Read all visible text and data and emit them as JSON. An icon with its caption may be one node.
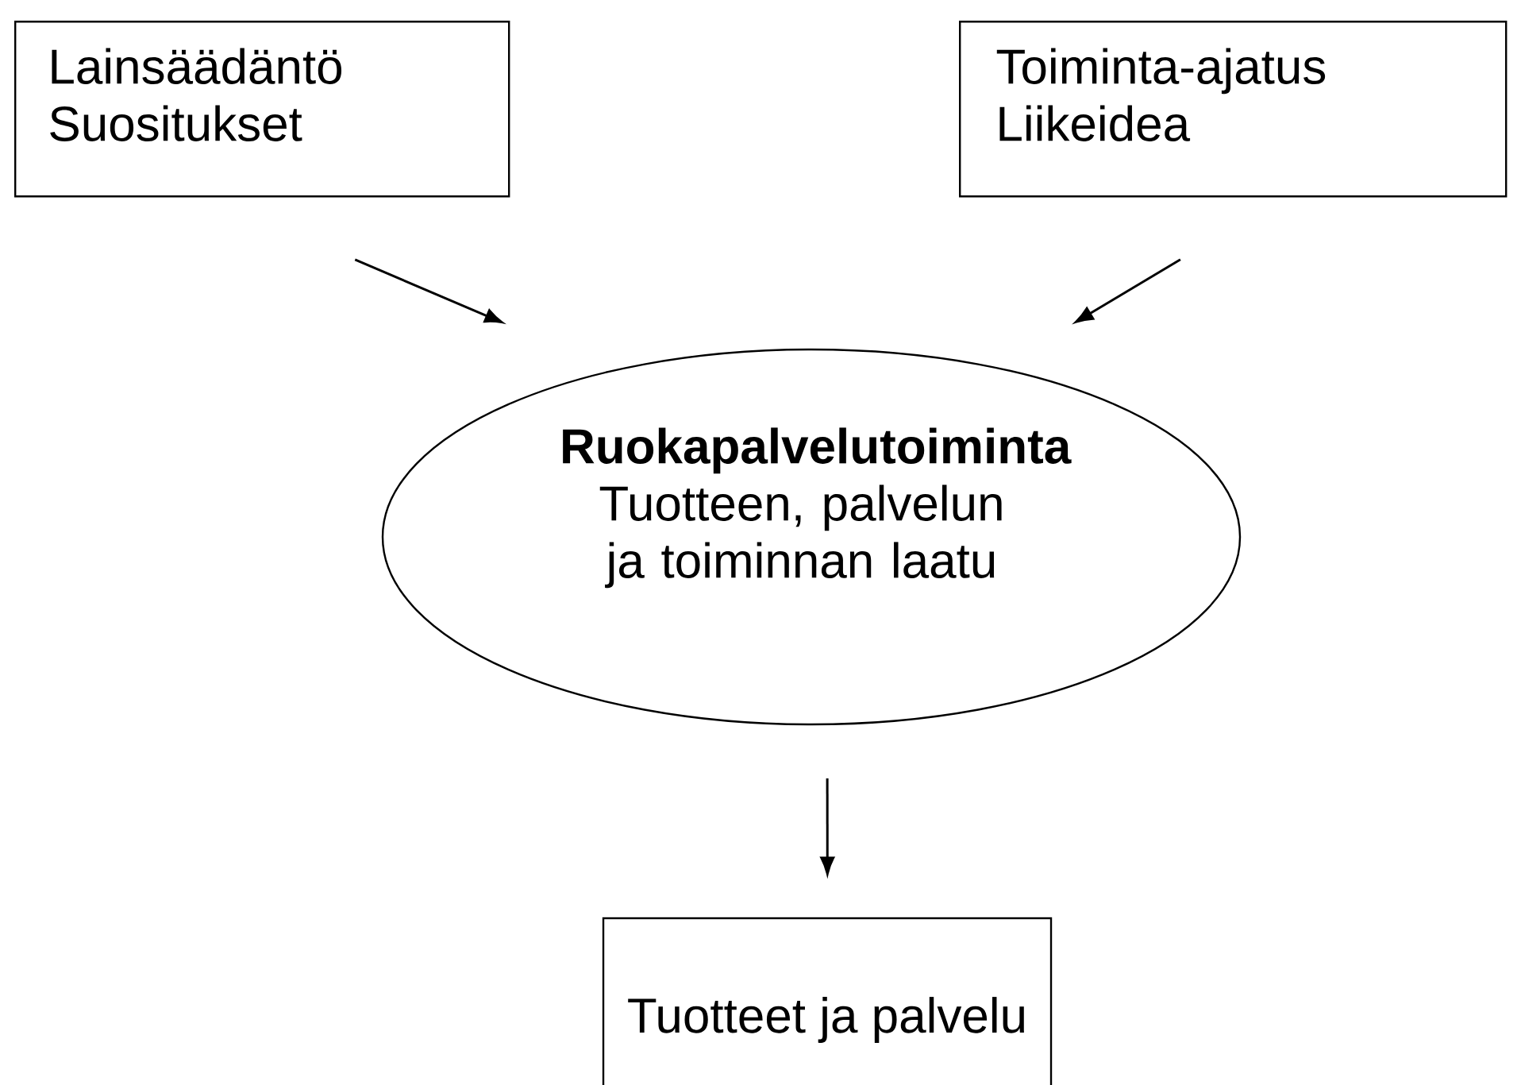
{
  "diagram": {
    "nodes": [
      {
        "text": [
          "Lainsäädäntö",
          "Suositukset"
        ]
      },
      {
        "text": [
          "Toiminta-ajatus",
          "Liikeidea"
        ]
      },
      {
        "text": [
          "Ruokapalvelutoiminta",
          "Tuotteen, palvelun ja toiminnan laatu"
        ]
      },
      {
        "text": [
          "Tuotteet ja palvelu"
        ]
      }
    ],
    "edges": [
      {
        "from": 0,
        "to": 2,
        "arrow": "to"
      },
      {
        "from": 1,
        "to": 2,
        "arrow": "to"
      },
      {
        "from": 2,
        "to": 3,
        "arrow": "to"
      }
    ]
  }
}
